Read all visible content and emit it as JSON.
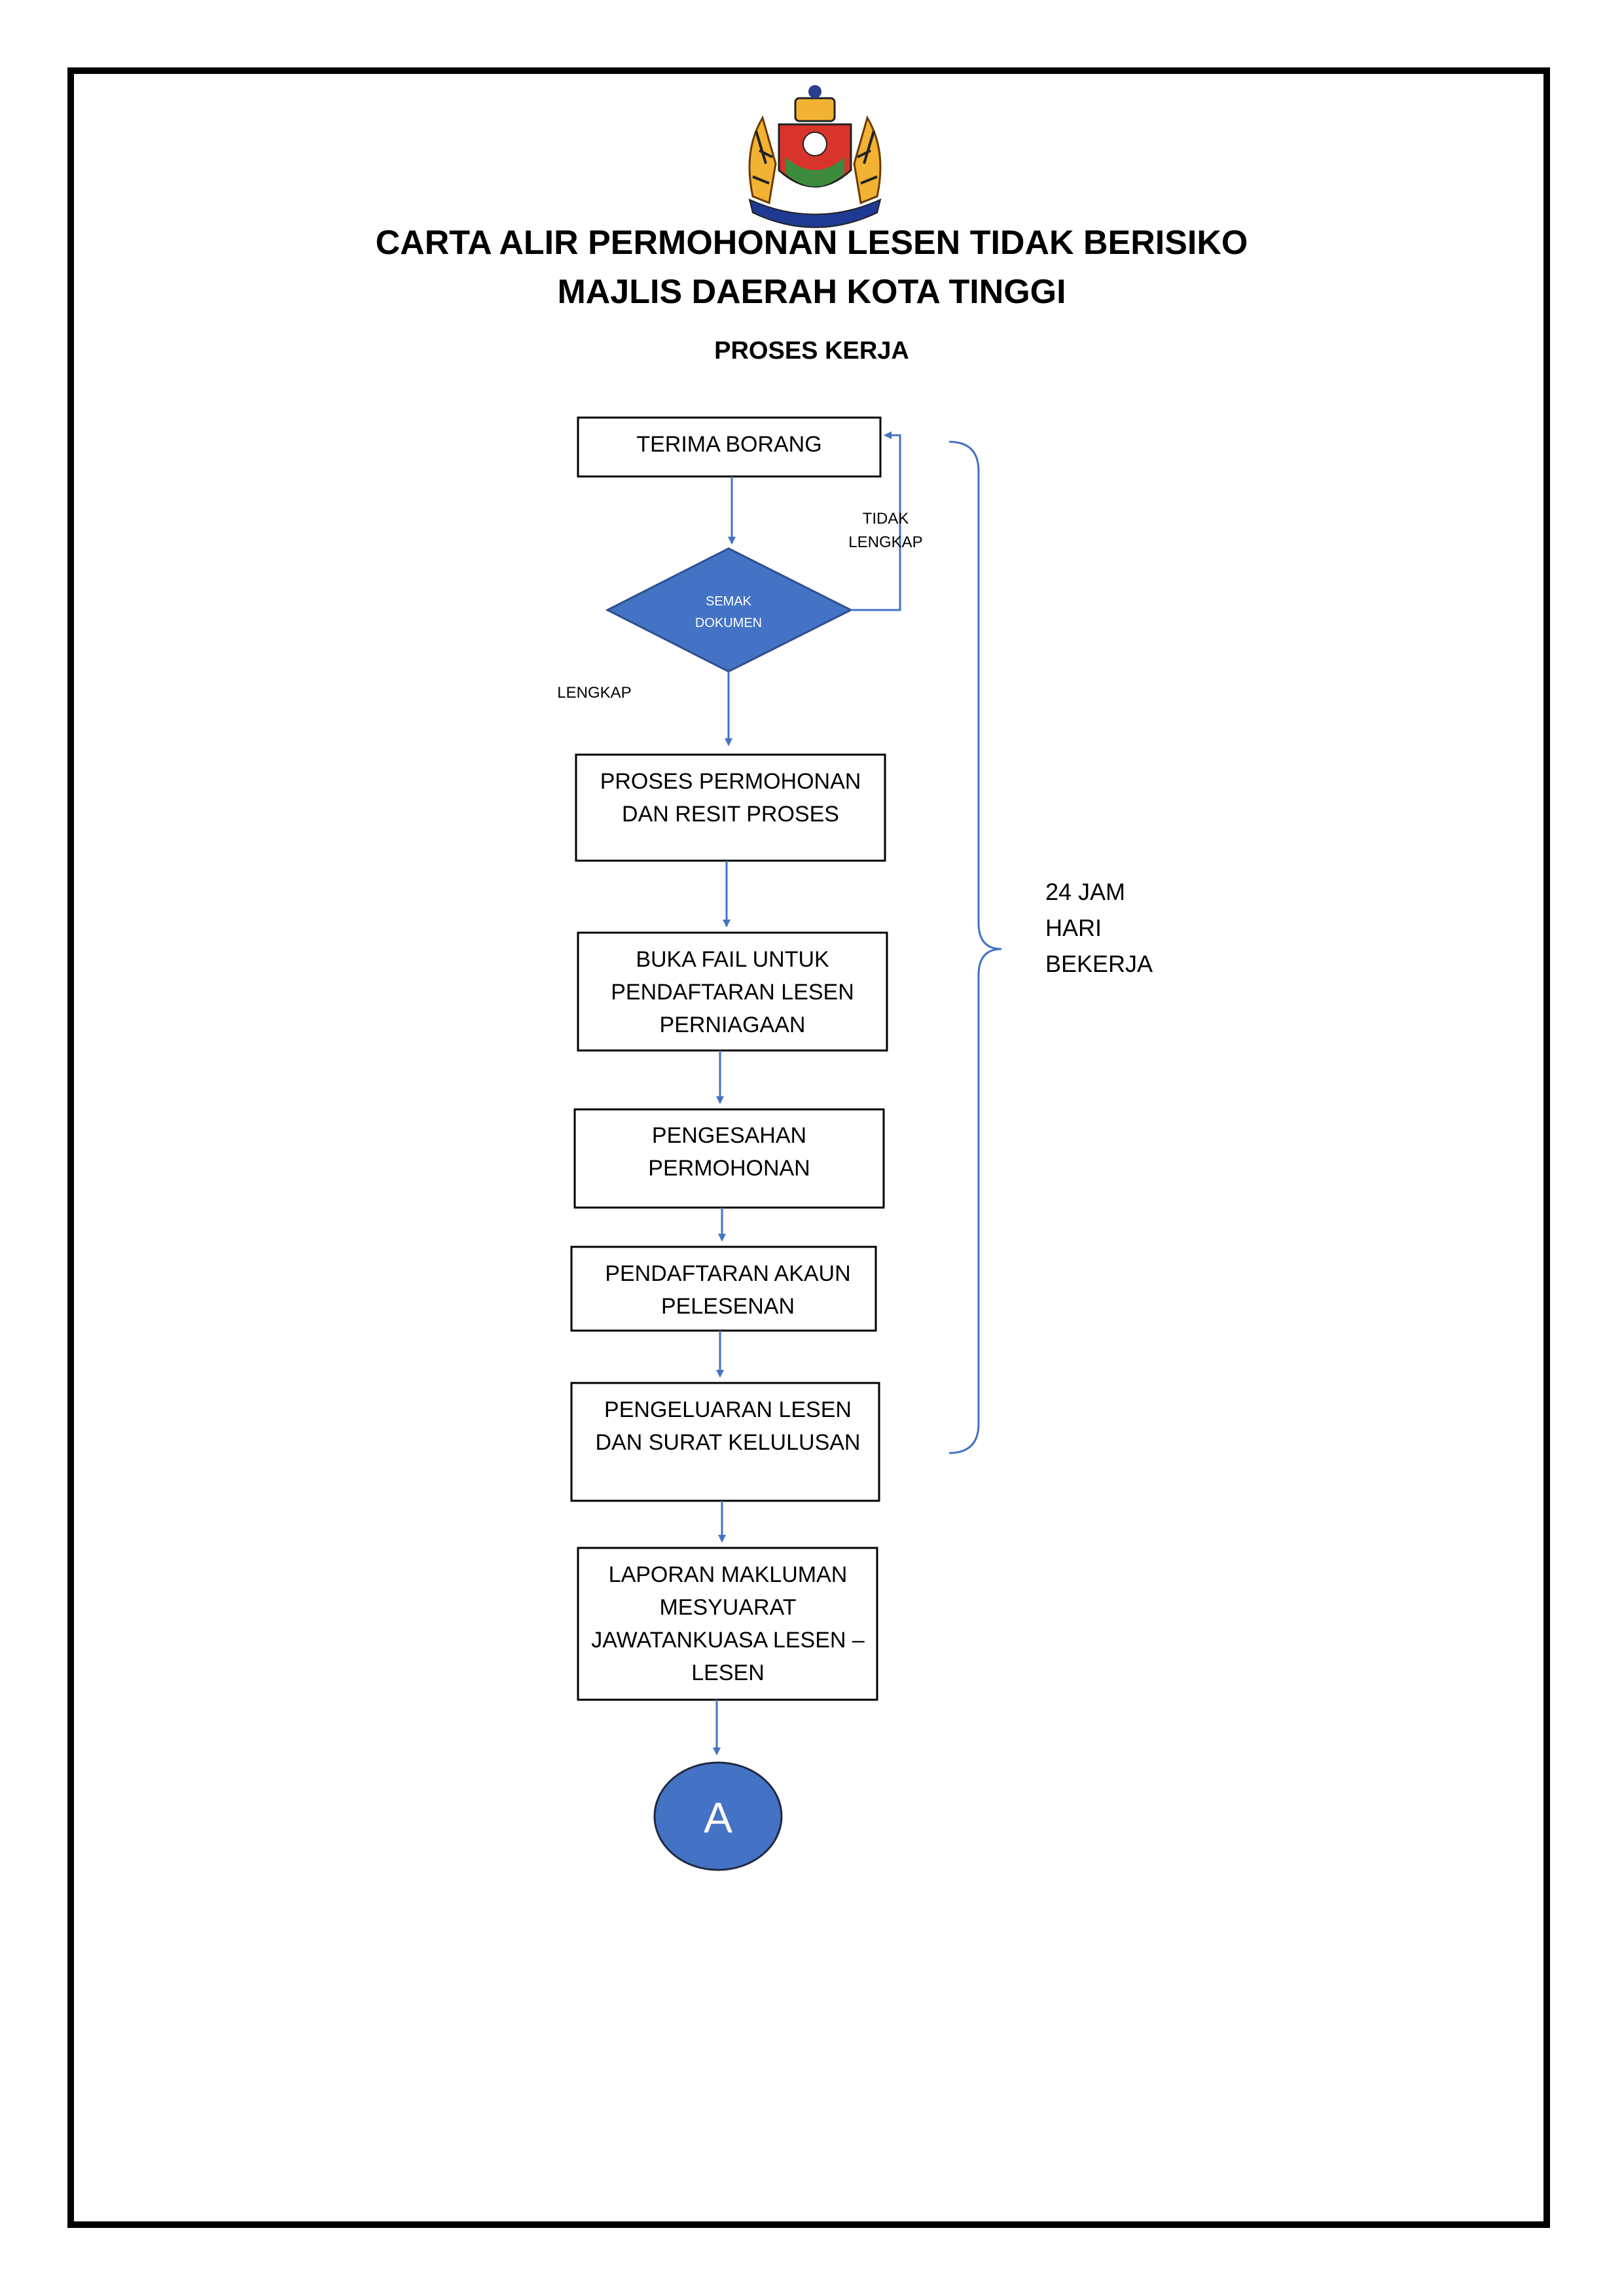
{
  "header": {
    "title_line1": "CARTA ALIR PERMOHONAN LESEN TIDAK BERISIKO",
    "title_line2": "MAJLIS DAERAH KOTA TINGGI",
    "subtitle": "PROSES KERJA"
  },
  "logo": {
    "name": "majlis-daerah-kota-tinggi-crest"
  },
  "colors": {
    "flow_blue": "#4472C4",
    "decision_fill": "#4472C4",
    "box_stroke": "#000000",
    "text": "#000000"
  },
  "nodes": {
    "terima_borang": "TERIMA BORANG",
    "semak_dokumen": [
      "SEMAK",
      "DOKUMEN"
    ],
    "proses_permohonan": [
      "PROSES PERMOHONAN",
      "DAN RESIT PROSES"
    ],
    "buka_fail": [
      "BUKA FAIL UNTUK",
      "PENDAFTARAN LESEN",
      "PERNIAGAAN"
    ],
    "pengesahan": [
      "PENGESAHAN",
      "PERMOHONAN"
    ],
    "pendaftaran_akaun": [
      "PENDAFTARAN AKAUN",
      "PELESENAN"
    ],
    "pengeluaran": [
      "PENGELUARAN LESEN",
      "DAN SURAT KELULUSAN"
    ],
    "laporan": [
      "LAPORAN MAKLUMAN",
      "MESYUARAT",
      "JAWATANKUASA LESEN –",
      "LESEN"
    ],
    "connector": "A"
  },
  "labels": {
    "tidak_lengkap": [
      "TIDAK",
      "LENGKAP"
    ],
    "lengkap": "LENGKAP",
    "duration": [
      "24 JAM",
      "HARI",
      "BEKERJA"
    ]
  }
}
